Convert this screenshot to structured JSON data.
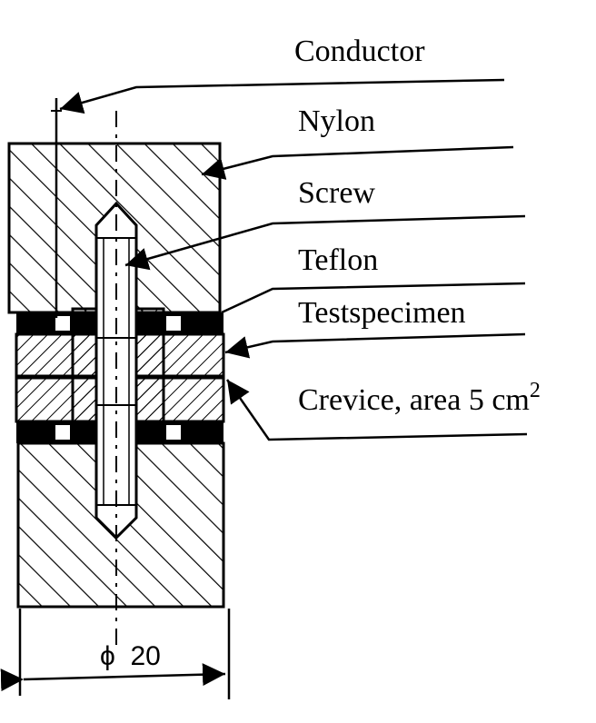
{
  "labels": {
    "conductor": "Conductor",
    "nylon": "Nylon",
    "screw": "Screw",
    "teflon": "Teflon",
    "test_specimen": "Testspecimen",
    "crevice_prefix": "Crevice, area 5 cm",
    "crevice_exp": "2"
  },
  "dimension": {
    "symbol": "ϕ",
    "value": "20"
  },
  "colors": {
    "ink": "#000000",
    "background": "#ffffff"
  }
}
